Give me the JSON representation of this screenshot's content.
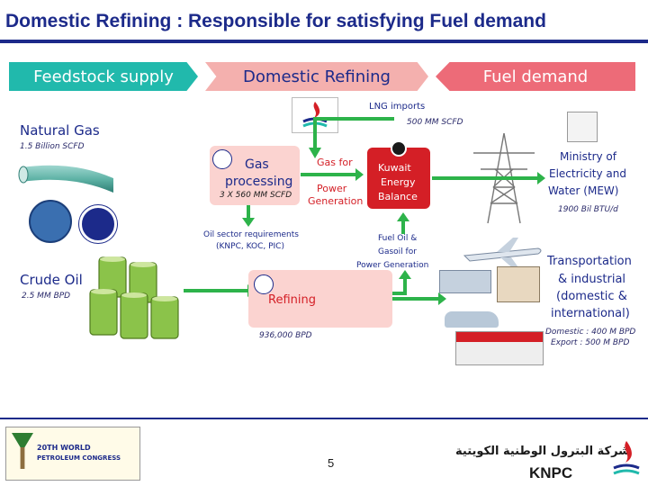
{
  "header": {
    "title": "Domestic Refining : Responsible for satisfying Fuel demand"
  },
  "ribbons": {
    "feedstock": "Feedstock supply",
    "refining": "Domestic Refining",
    "demand": "Fuel demand"
  },
  "lng": {
    "label": "LNG imports",
    "value": "500 MM SCFD"
  },
  "natural_gas": {
    "label": "Natural Gas",
    "value": "1.5 Billion SCFD"
  },
  "gas_processing": {
    "label_line1": "Gas",
    "label_line2": "processing",
    "value": "3 X 560 MM SCFD"
  },
  "gas_for_power": {
    "line1": "Gas  for",
    "line2": "Power",
    "line3": "Generation"
  },
  "kuwait_balance": {
    "line1": "Kuwait",
    "line2": "Energy",
    "line3": "Balance"
  },
  "mew": {
    "line1": "Ministry of",
    "line2": "Electricity and",
    "line3": "Water (MEW)",
    "value": "1900 Bil BTU/d"
  },
  "oil_sector": {
    "line1": "Oil sector requirements",
    "line2": "(KNPC, KOC, PIC)"
  },
  "fuel_oil": {
    "line1": "Fuel Oil &",
    "line2": "Gasoil for",
    "line3": "Power Generation"
  },
  "crude_oil": {
    "label": "Crude Oil",
    "value": "2.5 MM BPD"
  },
  "refining": {
    "label": "Refining",
    "value": "936,000 BPD"
  },
  "transport": {
    "line1": "Transportation",
    "line2": "& industrial",
    "line3": "(domestic &",
    "line4": "international)",
    "domestic": "Domestic : 400 M BPD",
    "export": "Export : 500 M BPD"
  },
  "footer": {
    "page_number": "5",
    "wpc_line1": "20TH WORLD",
    "wpc_line2": "PETROLEUM CONGRESS",
    "knpc_arabic": "شركة البترول الوطنية الكويتية",
    "knpc_latin": "KNPC"
  },
  "colors": {
    "title_blue": "#1c2a8a",
    "teal": "#21b9ac",
    "pink": "#f4b0ae",
    "rose": "#ed6b78",
    "arrow_green": "#2db34a",
    "accent_red": "#d41f26"
  }
}
